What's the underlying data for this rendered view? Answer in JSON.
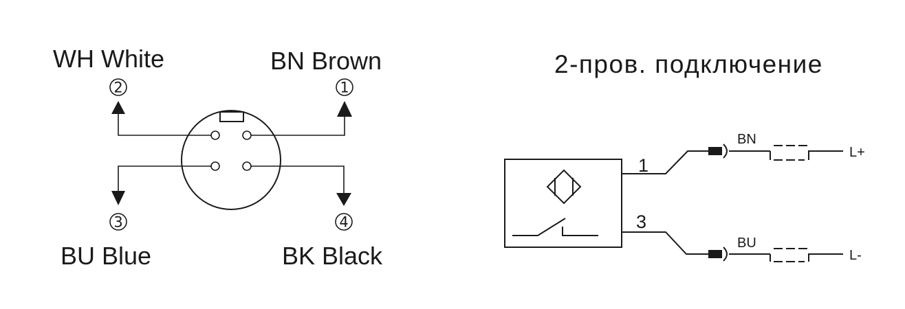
{
  "connector": {
    "pins": [
      {
        "number": "1",
        "code": "BN",
        "color_name": "Brown",
        "label": "BN Brown"
      },
      {
        "number": "2",
        "code": "WH",
        "color_name": "White",
        "label": "WH White"
      },
      {
        "number": "3",
        "code": "BU",
        "color_name": "Blue",
        "label": "BU Blue"
      },
      {
        "number": "4",
        "code": "BK",
        "color_name": "Black",
        "label": "BK Black"
      }
    ]
  },
  "wiring": {
    "title": "2-пров. подключение",
    "terminal_1": "1",
    "terminal_3": "3",
    "wire_top_code": "BN",
    "wire_bottom_code": "BU",
    "supply_positive": "L+",
    "supply_negative": "L-"
  },
  "colors": {
    "stroke": "#1a1a1a",
    "background": "#ffffff"
  }
}
